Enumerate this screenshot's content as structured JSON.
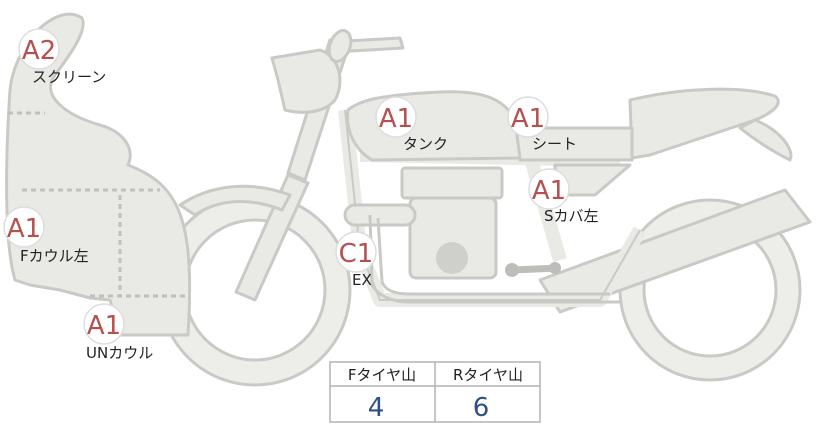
{
  "parts": [
    {
      "code": "A2",
      "label": "スクリーン"
    },
    {
      "code": "A1",
      "label": "タンク"
    },
    {
      "code": "A1",
      "label": "シート"
    },
    {
      "code": "A1",
      "label": "Sカバ左"
    },
    {
      "code": "A1",
      "label": "Fカウル左"
    },
    {
      "code": "C1",
      "label": "EX"
    },
    {
      "code": "A1",
      "label": "UNカウル"
    }
  ],
  "tire_table": {
    "headers": [
      "Fタイヤ山",
      "Rタイヤ山"
    ],
    "values": [
      "4",
      "6"
    ]
  },
  "colors": {
    "body_fill": "#e9e9e6",
    "outline": "#c9c9c6",
    "badge_text": "#b5504e",
    "value_text": "#2f4f88"
  }
}
